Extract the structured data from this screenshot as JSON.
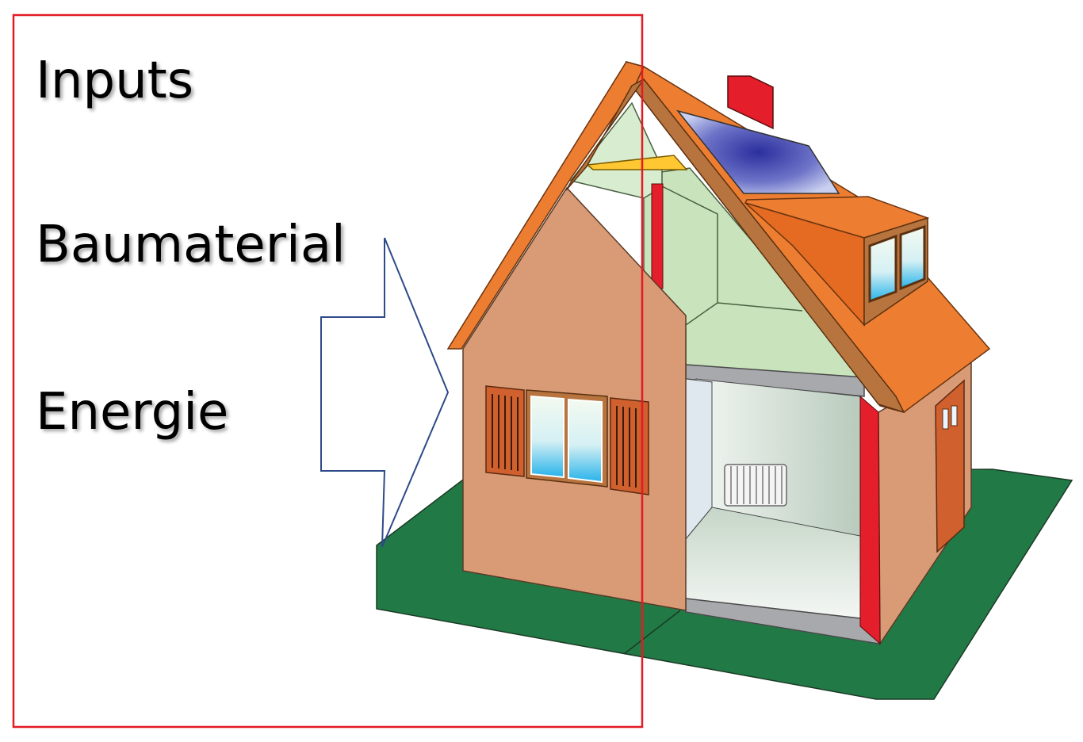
{
  "labels": {
    "title": "Inputs",
    "item1": "Baumaterial",
    "item2": "Energie"
  },
  "colors": {
    "frame": "#e31b23",
    "brace": "#2f4a8a",
    "ground": "#217a45",
    "wall": "#d99b76",
    "roof": "#ed7d31",
    "roof_trim": "#b8743e",
    "interior": "#c9e3bd",
    "chimney": "#e41e2b",
    "solar_panel": "#2b2f9e",
    "door": "#d0602e"
  }
}
